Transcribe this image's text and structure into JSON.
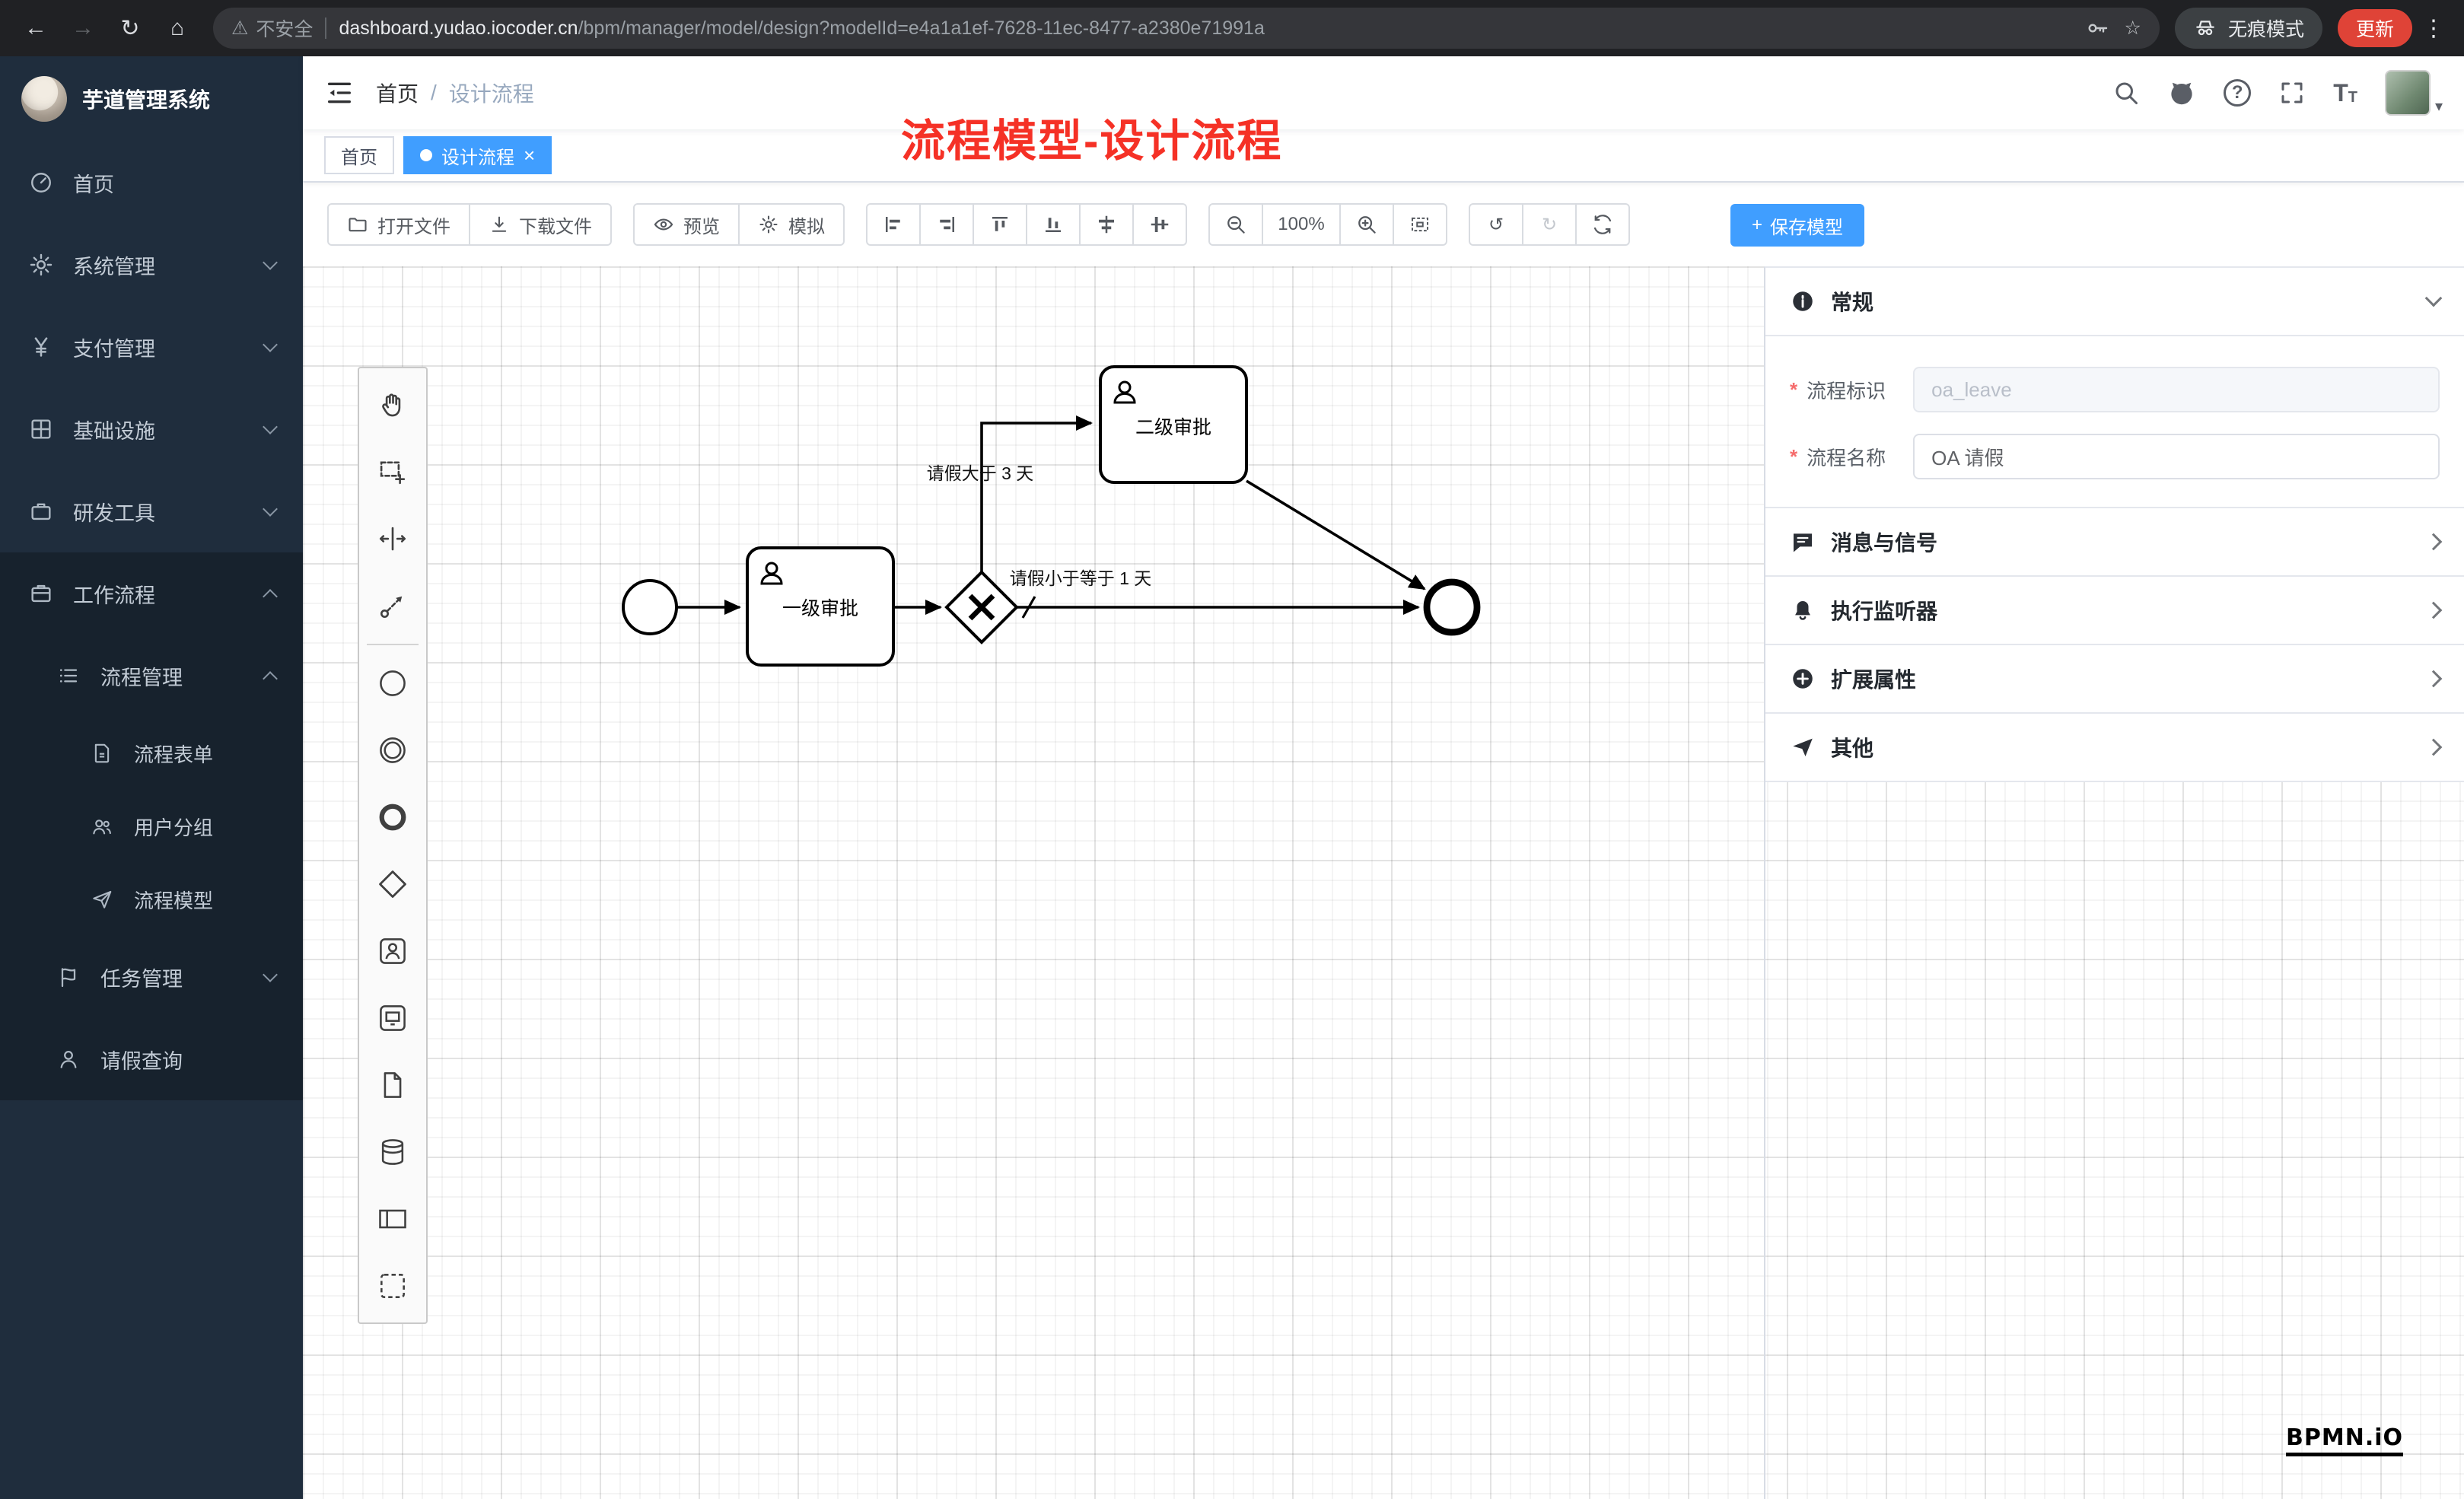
{
  "browser": {
    "back": "←",
    "forward": "→",
    "reload": "↻",
    "home": "⌂",
    "warning": "⚠",
    "security": "不安全",
    "url_host": "dashboard.yudao.iocoder.cn",
    "url_path": "/bpm/manager/model/design?modelId=e4a1a1ef-7628-11ec-8477-a2380e71991a",
    "star": "☆",
    "incognito": "无痕模式",
    "update": "更新",
    "menu_dots": "⋮"
  },
  "sidebar": {
    "title": "芋道管理系统",
    "menu": [
      {
        "label": "首页"
      },
      {
        "label": "系统管理"
      },
      {
        "label": "支付管理"
      },
      {
        "label": "基础设施"
      },
      {
        "label": "研发工具"
      },
      {
        "label": "工作流程"
      },
      {
        "label": "流程管理"
      },
      {
        "label": "流程表单"
      },
      {
        "label": "用户分组"
      },
      {
        "label": "流程模型"
      },
      {
        "label": "任务管理"
      },
      {
        "label": "请假查询"
      }
    ]
  },
  "header": {
    "breadcrumb_home": "首页",
    "breadcrumb_sep": "/",
    "breadcrumb_current": "设计流程",
    "annotation": "流程模型-设计流程",
    "question_mark": "?",
    "font_large": "T",
    "font_small": "T"
  },
  "tabs": {
    "home": "首页",
    "current": "设计流程",
    "close": "×"
  },
  "toolbar": {
    "open": "打开文件",
    "download": "下载文件",
    "preview": "预览",
    "simulate": "模拟",
    "zoom": "100%",
    "undo": "↺",
    "redo": "↻",
    "save_plus": "+",
    "save": "保存模型"
  },
  "diagram": {
    "task1": "一级审批",
    "task2": "二级审批",
    "cond_gt": "请假大于 3 天",
    "cond_le": "请假小于等于 1 天",
    "watermark": "BPMN.iO"
  },
  "panel": {
    "required_mark": "*",
    "general_title": "常规",
    "fields": [
      {
        "label": "流程标识",
        "value": "oa_leave"
      },
      {
        "label": "流程名称",
        "value": "OA 请假"
      }
    ],
    "sections": [
      {
        "title": "消息与信号"
      },
      {
        "title": "执行监听器"
      },
      {
        "title": "扩展属性"
      },
      {
        "title": "其他"
      }
    ]
  }
}
